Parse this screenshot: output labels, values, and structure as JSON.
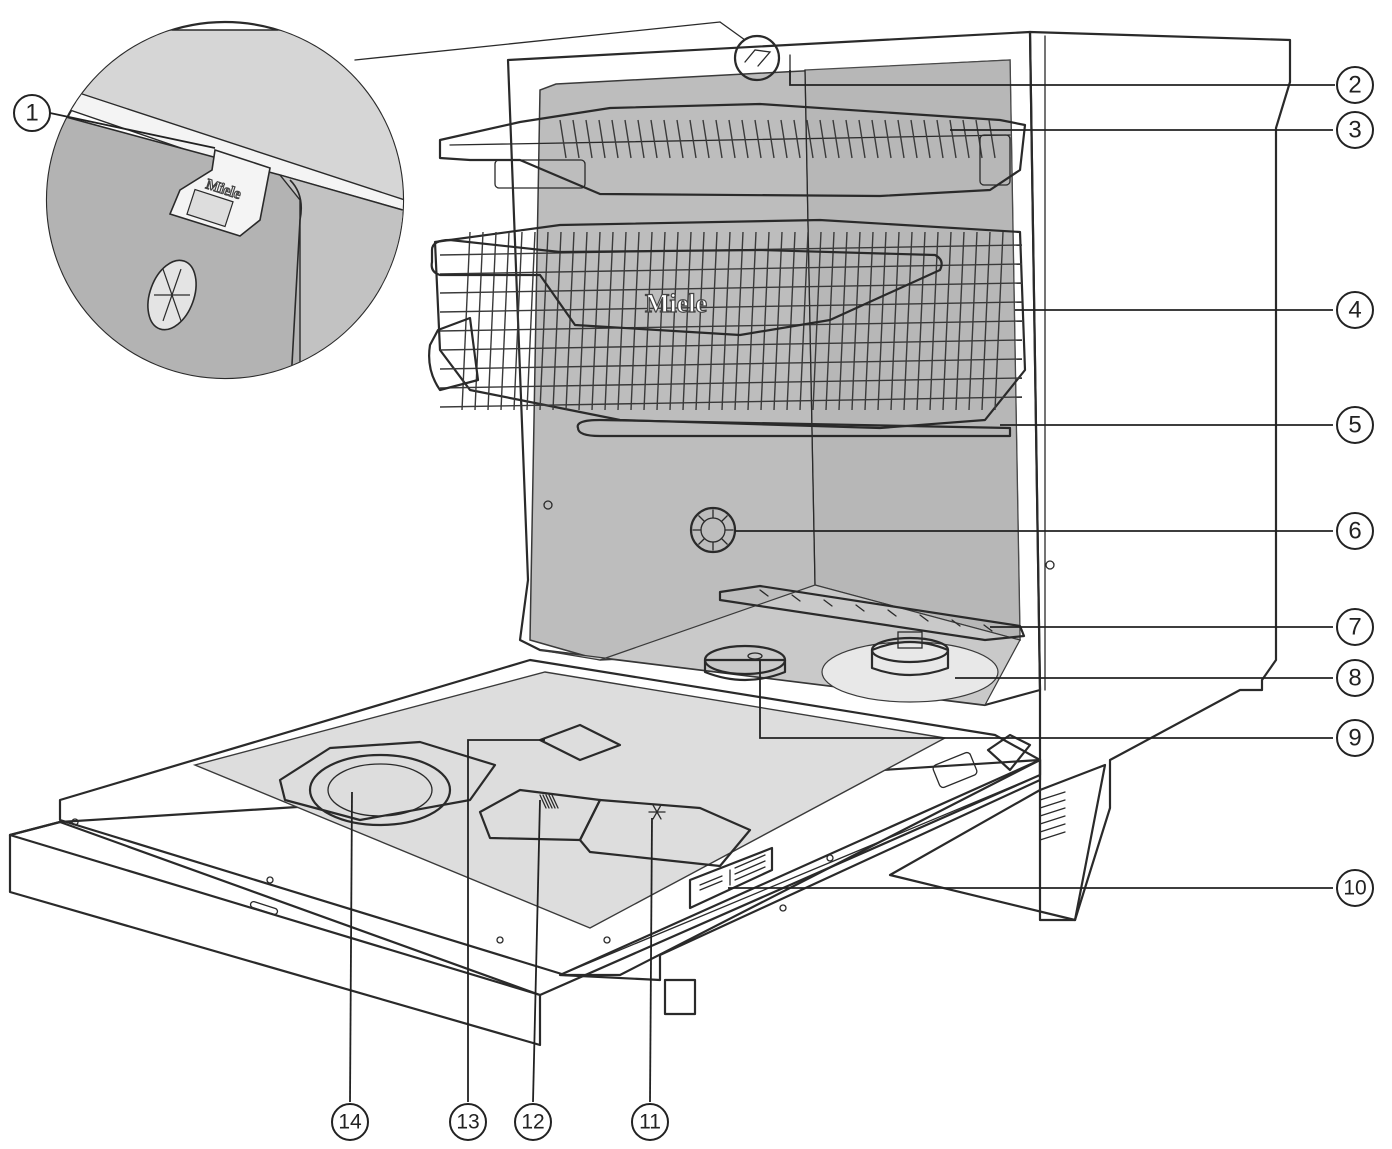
{
  "colors": {
    "cabinet": "#dcdcdc",
    "tub": "#bdbdbd",
    "tub_floor": "#c9c9c9",
    "door_inner": "#dddddd",
    "rack": "#f2f2f2",
    "line": "#2a2a2a"
  },
  "brand": {
    "upper_basket": "Miele",
    "inset_clip": "Miele"
  },
  "callouts": [
    {
      "num": "1"
    },
    {
      "num": "2"
    },
    {
      "num": "3"
    },
    {
      "num": "4"
    },
    {
      "num": "5"
    },
    {
      "num": "6"
    },
    {
      "num": "7"
    },
    {
      "num": "8"
    },
    {
      "num": "9"
    },
    {
      "num": "10"
    },
    {
      "num": "11"
    },
    {
      "num": "12"
    },
    {
      "num": "13"
    },
    {
      "num": "14"
    }
  ]
}
